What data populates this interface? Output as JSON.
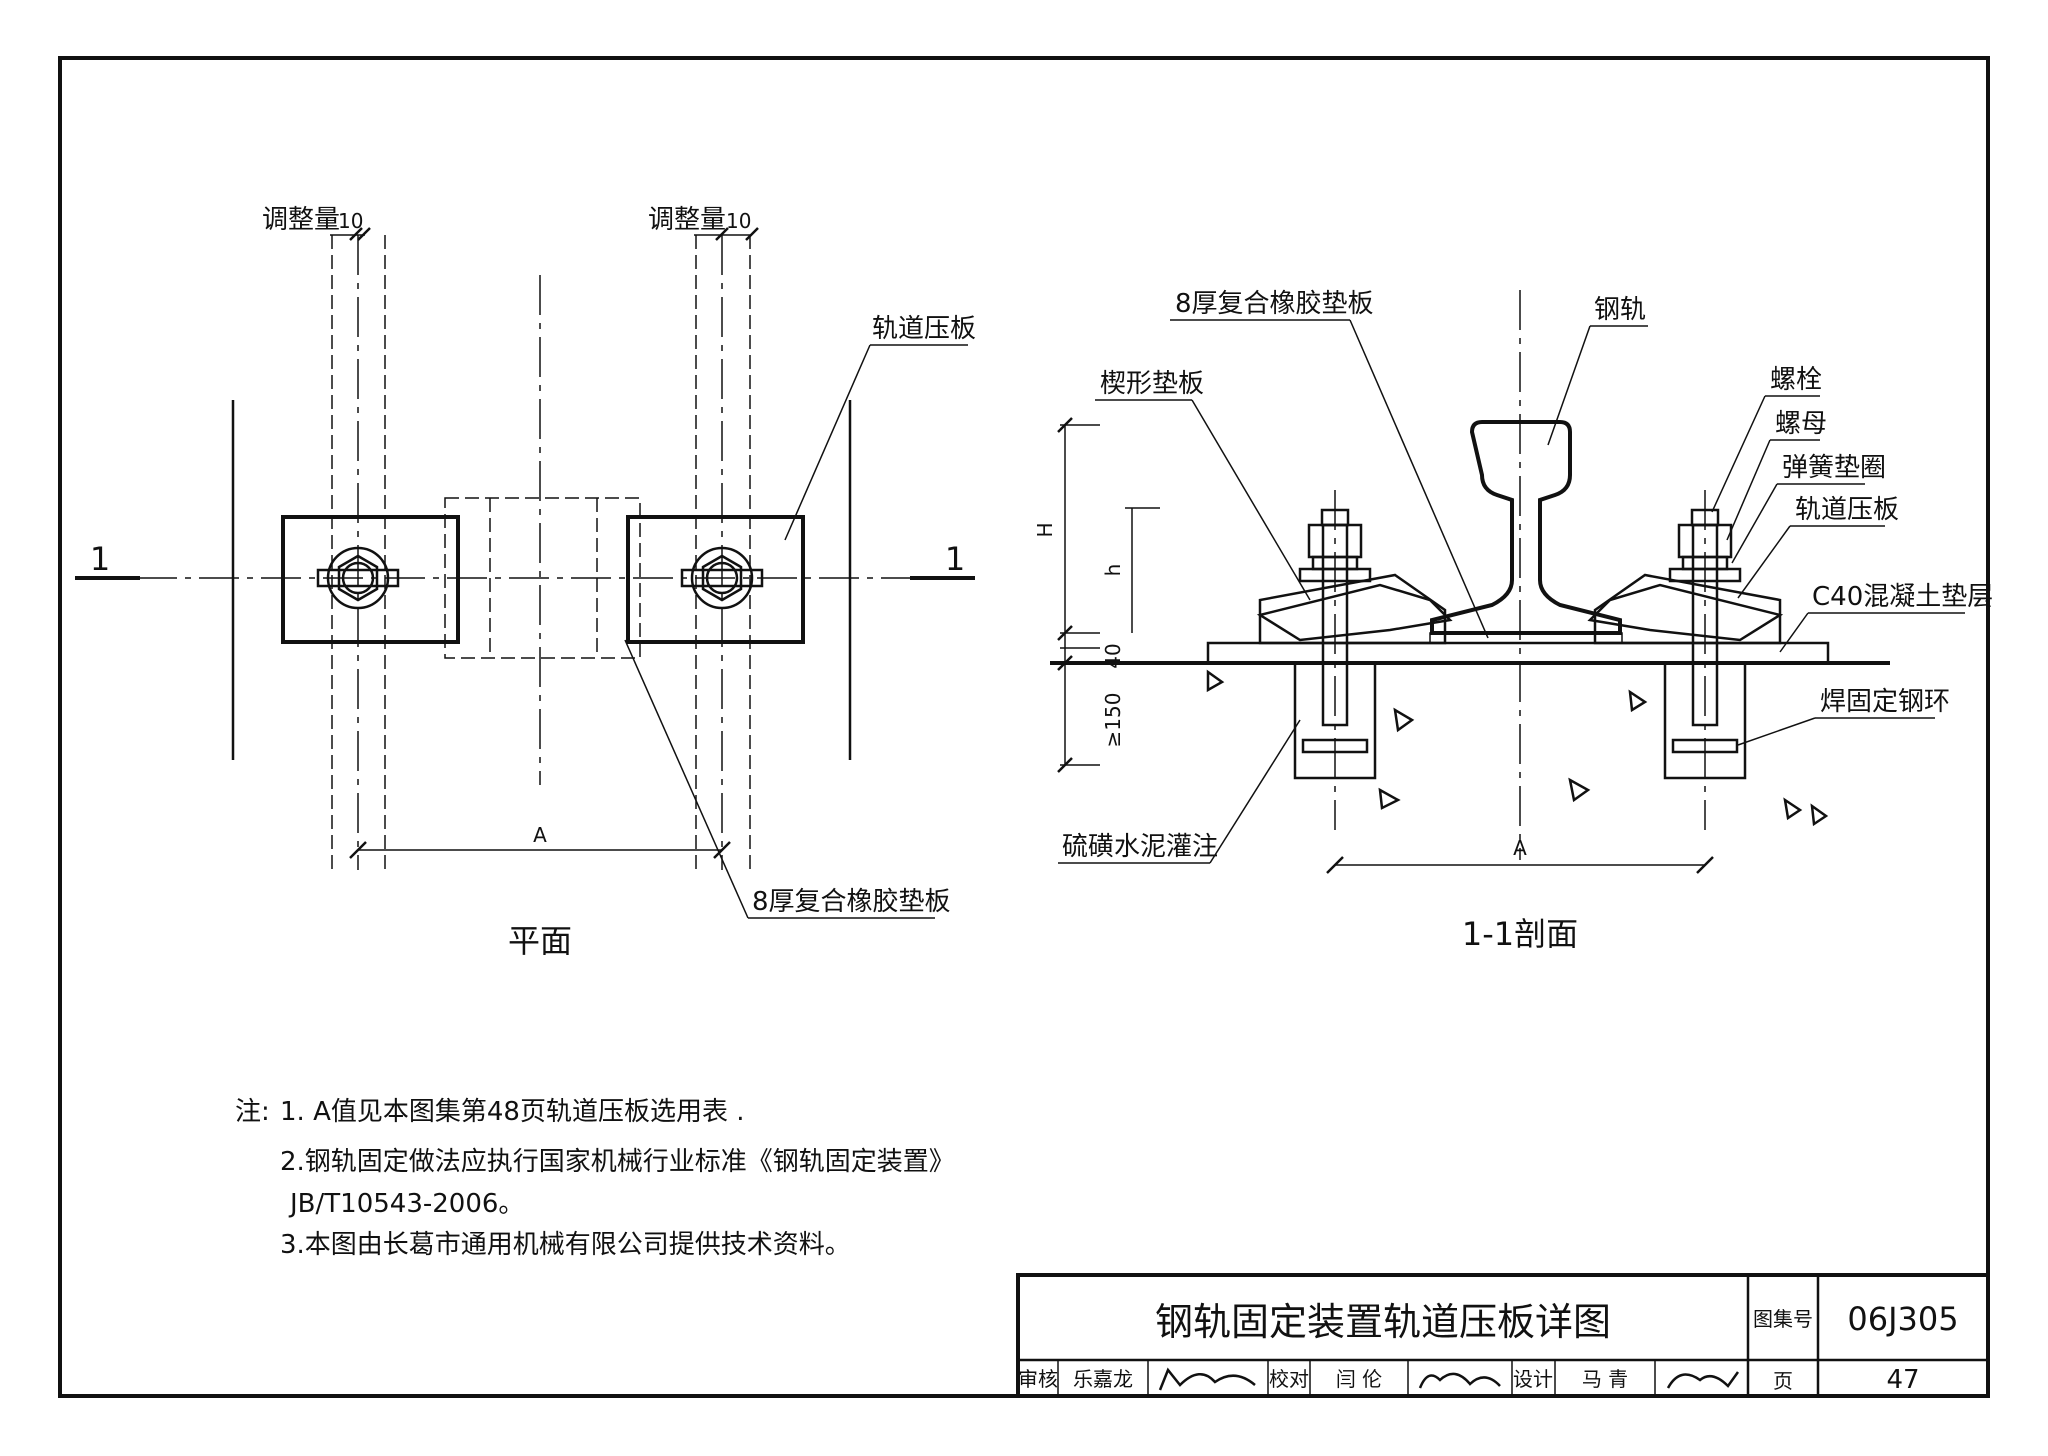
{
  "plan": {
    "adjust_left": "调整量",
    "adjust_left_val": "10",
    "adjust_right": "调整量",
    "adjust_right_val": "10",
    "clamp_label": "轨道压板",
    "pad_label": "8厚复合橡胶垫板",
    "section_mark_left": "1",
    "section_mark_right": "1",
    "dim_A": "A",
    "title": "平面"
  },
  "section": {
    "pad_label": "8厚复合橡胶垫板",
    "rail_label": "钢轨",
    "wedge_label": "楔形垫板",
    "bolt_label": "螺栓",
    "nut_label": "螺母",
    "washer_label": "弹簧垫圈",
    "clamp_label": "轨道压板",
    "concrete_label": "C40混凝土垫层",
    "ring_label": "焊固定钢环",
    "grout_label": "硫磺水泥灌注",
    "dim_H": "H",
    "dim_h": "h",
    "dim_40": "40",
    "dim_150": "≥150",
    "dim_A": "A",
    "title": "1-1剖面"
  },
  "notes": {
    "prefix": "注:",
    "n1": "1. A值见本图集第48页轨道压板选用表 .",
    "n2a": "2.钢轨固定做法应执行国家机械行业标准《钢轨固定装置》",
    "n2b": "JB/T10543-2006。",
    "n3": "3.本图由长葛市通用机械有限公司提供技术资料。"
  },
  "titleblock": {
    "title": "钢轨固定装置轨道压板详图",
    "atlas_label": "图集号",
    "atlas_no": "06J305",
    "review_label": "审核",
    "review_name": "乐嘉龙",
    "check_label": "校对",
    "check_name": "闫 伦",
    "design_label": "设计",
    "design_name": "马 青",
    "page_label": "页",
    "page_no": "47"
  }
}
